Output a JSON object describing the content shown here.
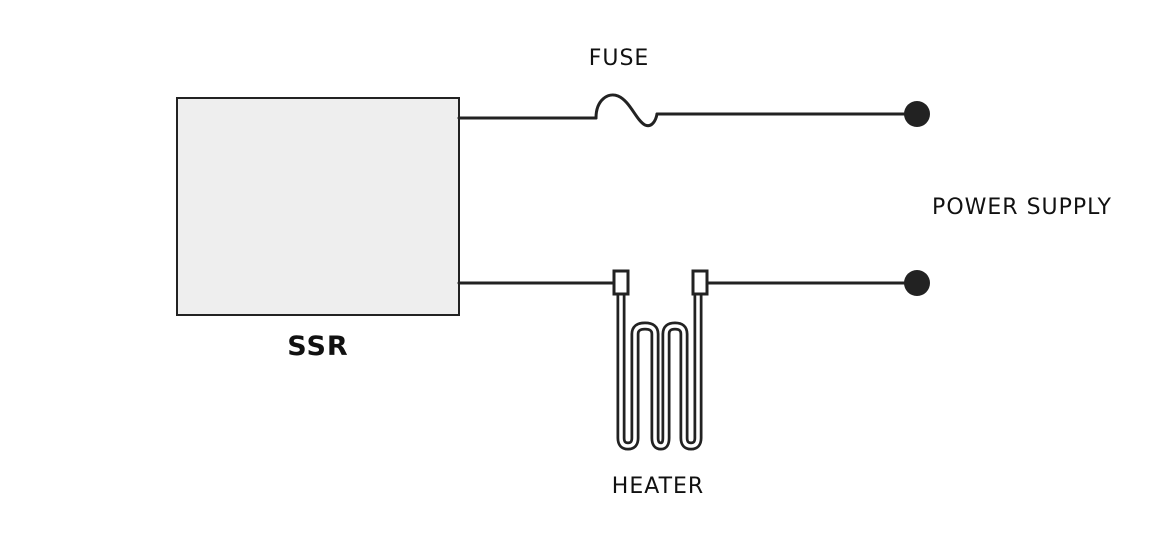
{
  "diagram": {
    "labels": {
      "fuse": "FUSE",
      "power_supply": "POWER SUPPLY",
      "ssr": "SSR",
      "heater": "HEATER"
    },
    "colors": {
      "line": "#222222",
      "ssr_fill": "#eeeeee",
      "background": "#ffffff"
    },
    "components": [
      {
        "name": "ssr-box",
        "kind": "rectangle"
      },
      {
        "name": "fuse",
        "kind": "fuse-symbol"
      },
      {
        "name": "heater",
        "kind": "resistive-coil"
      },
      {
        "name": "power-supply-terminal-top",
        "kind": "terminal-dot"
      },
      {
        "name": "power-supply-terminal-bottom",
        "kind": "terminal-dot"
      }
    ]
  }
}
